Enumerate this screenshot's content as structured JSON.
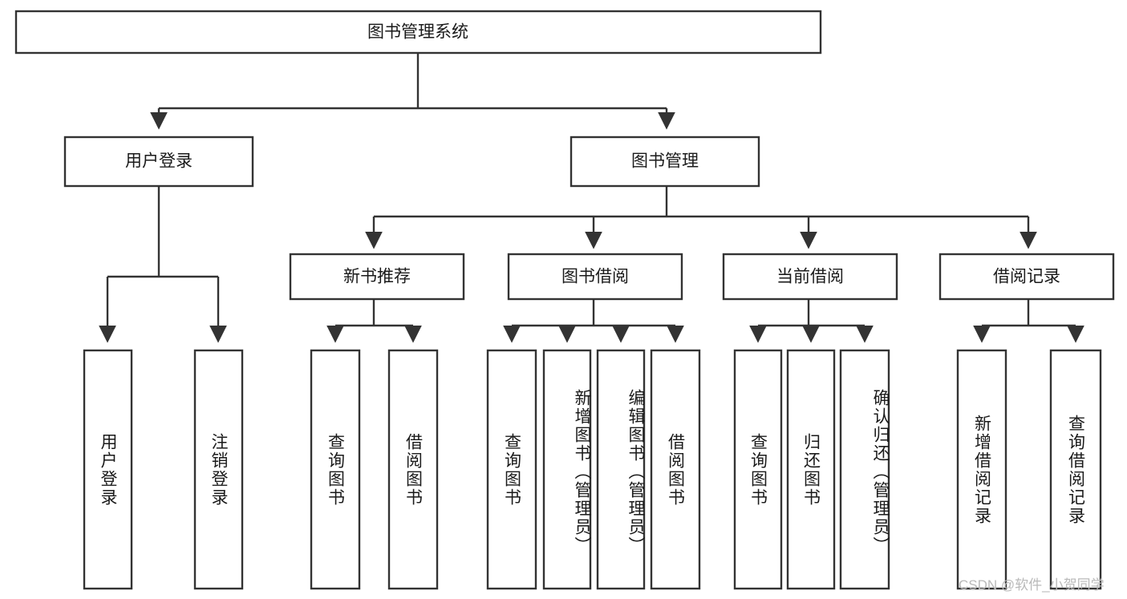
{
  "diagram": {
    "title": "图书管理系统",
    "type": "hierarchy-tree",
    "watermark": "CSDN @软件_小贺同学",
    "colors": {
      "stroke": "#333333",
      "box_fill": "#ffffff",
      "text": "#1a1a1a",
      "watermark": "#b9b9b9",
      "background": "#ffffff"
    },
    "root": {
      "label": "图书管理系统"
    },
    "level2": [
      {
        "label": "用户登录"
      },
      {
        "label": "图书管理"
      }
    ],
    "level3": [
      {
        "label": "新书推荐"
      },
      {
        "label": "图书借阅"
      },
      {
        "label": "当前借阅"
      },
      {
        "label": "借阅记录"
      }
    ],
    "leaves": {
      "user_login": [
        {
          "label": "用户登录"
        },
        {
          "label": "注销登录"
        }
      ],
      "new_book_recommend": [
        {
          "label": "查询图书"
        },
        {
          "label": "借阅图书"
        }
      ],
      "book_borrow": [
        {
          "label": "查询图书"
        },
        {
          "label": "新增图书（管理员）"
        },
        {
          "label": "编辑图书（管理员）"
        },
        {
          "label": "借阅图书"
        }
      ],
      "current_borrow": [
        {
          "label": "查询图书"
        },
        {
          "label": "归还图书"
        },
        {
          "label": "确认归还（管理员）"
        }
      ],
      "borrow_record": [
        {
          "label": "新增借阅记录"
        },
        {
          "label": "查询借阅记录"
        }
      ]
    }
  }
}
